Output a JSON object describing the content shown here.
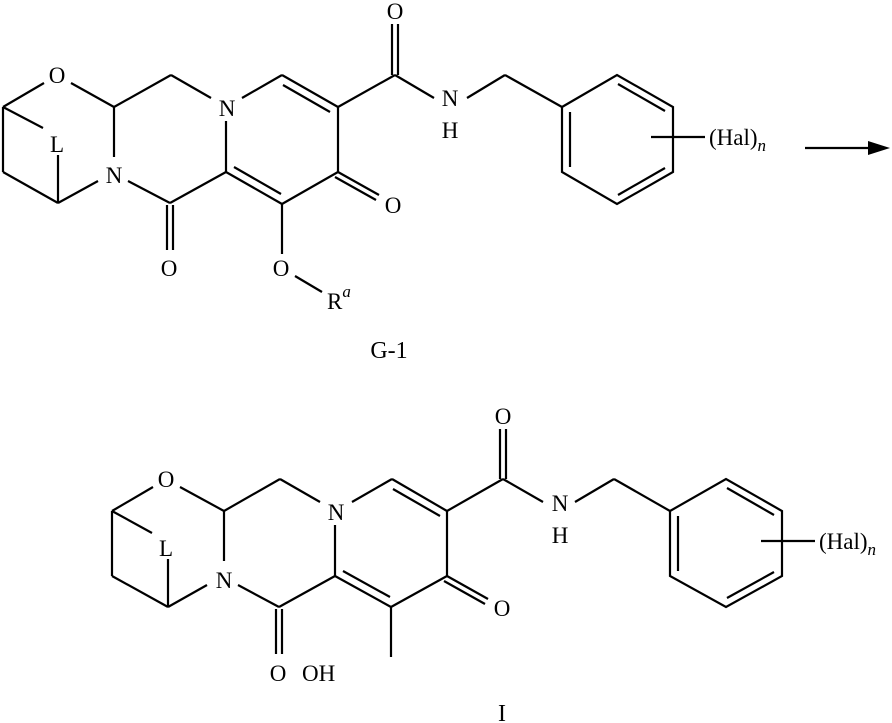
{
  "scheme": {
    "type": "chemical-reaction-scheme",
    "arrow": {
      "direction": "right",
      "color": "#000000"
    },
    "reactant": {
      "label": "G-1",
      "atoms": {
        "ring_oxygen": "O",
        "linker": "L",
        "bridge_nitrogen": "N",
        "pyridone_nitrogen": "N",
        "amide_oxygen": "O",
        "amide_nh_n": "N",
        "amide_nh_h": "H",
        "lactam_oxygen": "O",
        "keto_oxygen": "O",
        "ether_oxygen": "O",
        "r_group": "R",
        "r_group_sup": "a",
        "halogen_group": "(Hal)",
        "halogen_count": "n"
      }
    },
    "product": {
      "label": "I",
      "atoms": {
        "ring_oxygen": "O",
        "linker": "L",
        "bridge_nitrogen": "N",
        "pyridone_nitrogen": "N",
        "amide_oxygen": "O",
        "amide_nh_n": "N",
        "amide_nh_h": "H",
        "lactam_oxygen": "O",
        "keto_oxygen": "O",
        "hydroxyl": "OH",
        "halogen_group": "(Hal)",
        "halogen_count": "n"
      }
    }
  }
}
